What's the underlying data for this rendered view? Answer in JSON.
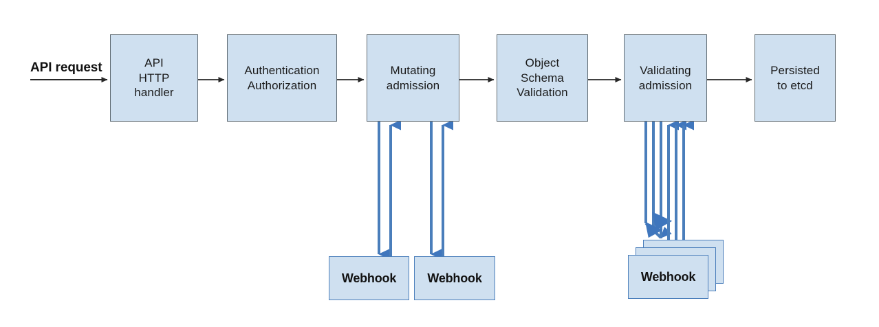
{
  "diagram": {
    "title": "Kubernetes API request admission flow",
    "background_color": "#ffffff",
    "node_fill": "#cfe0f0",
    "node_stroke": "#5f6a72",
    "flow_arrow_color": "#262626",
    "webhook_arrow_color": "#4a7ebb",
    "webhook_stroke": "#4a7ebb"
  },
  "entry": {
    "label": "API request"
  },
  "pipeline": {
    "nodes": [
      {
        "id": "api-http-handler",
        "label": "API\nHTTP\nhandler"
      },
      {
        "id": "authentication-authorization",
        "label": "Authentication\nAuthorization"
      },
      {
        "id": "mutating-admission",
        "label": "Mutating\nadmission"
      },
      {
        "id": "object-schema-validation",
        "label": "Object\nSchema\nValidation"
      },
      {
        "id": "validating-admission",
        "label": "Validating\nadmission"
      },
      {
        "id": "persisted-to-etcd",
        "label": "Persisted\nto etcd"
      }
    ]
  },
  "webhooks": {
    "mutating": [
      {
        "id": "mutating-webhook-1",
        "label": "Webhook"
      },
      {
        "id": "mutating-webhook-2",
        "label": "Webhook"
      }
    ],
    "validating": [
      {
        "id": "validating-webhook-stack",
        "label": "Webhook",
        "stack_count": 3
      }
    ]
  }
}
